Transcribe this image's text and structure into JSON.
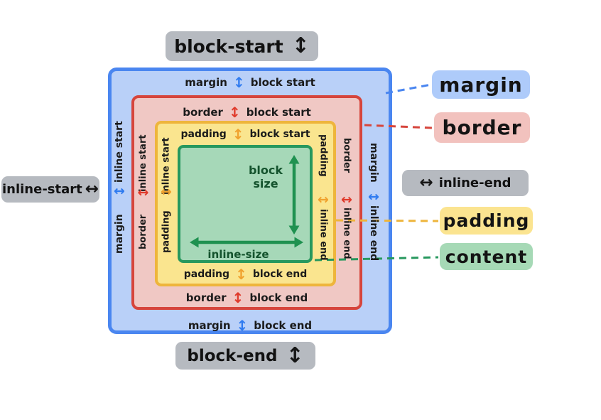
{
  "outer_labels": {
    "block_start": {
      "text": "block-start",
      "arrow": "↕"
    },
    "block_end": {
      "text": "block-end",
      "arrow": "↕"
    },
    "inline_start": {
      "text": "inline-start",
      "arrow": "↔"
    },
    "inline_end": {
      "text": "inline-end",
      "arrow": "↔"
    }
  },
  "legend": [
    {
      "label": "margin",
      "color": "#aecbfa",
      "line": "#4a86f0"
    },
    {
      "label": "border",
      "color": "#f2c2be",
      "line": "#d6453c"
    },
    {
      "label": "padding",
      "color": "#fbe490",
      "line": "#eeb53c"
    },
    {
      "label": "content",
      "color": "#a6d9b6",
      "line": "#27985e"
    }
  ],
  "edges": {
    "top": [
      {
        "layer": "margin",
        "arrow": "↕",
        "edge": "block start"
      },
      {
        "layer": "border",
        "arrow": "↕",
        "edge": "block start"
      },
      {
        "layer": "padding",
        "arrow": "↕",
        "edge": "block start"
      }
    ],
    "bottom": [
      {
        "layer": "padding",
        "arrow": "↕",
        "edge": "block end"
      },
      {
        "layer": "border",
        "arrow": "↕",
        "edge": "block end"
      },
      {
        "layer": "margin",
        "arrow": "↕",
        "edge": "block end"
      }
    ],
    "left": [
      {
        "layer": "margin",
        "arrow": "↔",
        "edge": "inline start"
      },
      {
        "layer": "border",
        "arrow": "↔",
        "edge": "inline start"
      },
      {
        "layer": "padding",
        "arrow": "↔",
        "edge": "inline start"
      }
    ],
    "right": [
      {
        "layer": "padding",
        "arrow": "↔",
        "edge": "inline end"
      },
      {
        "layer": "border",
        "arrow": "↔",
        "edge": "inline end"
      },
      {
        "layer": "margin",
        "arrow": "↔",
        "edge": "inline end"
      }
    ]
  },
  "content_box": {
    "block_size_line1": "block",
    "block_size_line2": "size",
    "inline_size": "inline-size"
  },
  "colors": {
    "margin_fill": "#b9d0f8",
    "margin_border": "#4a86f0",
    "border_fill": "#f0c8c4",
    "border_border": "#d6453c",
    "padding_fill": "#fae58f",
    "padding_border": "#eeb53c",
    "content_fill": "#a6d8b8",
    "content_border": "#27985e",
    "gray_label_bg": "#b6bac0"
  }
}
